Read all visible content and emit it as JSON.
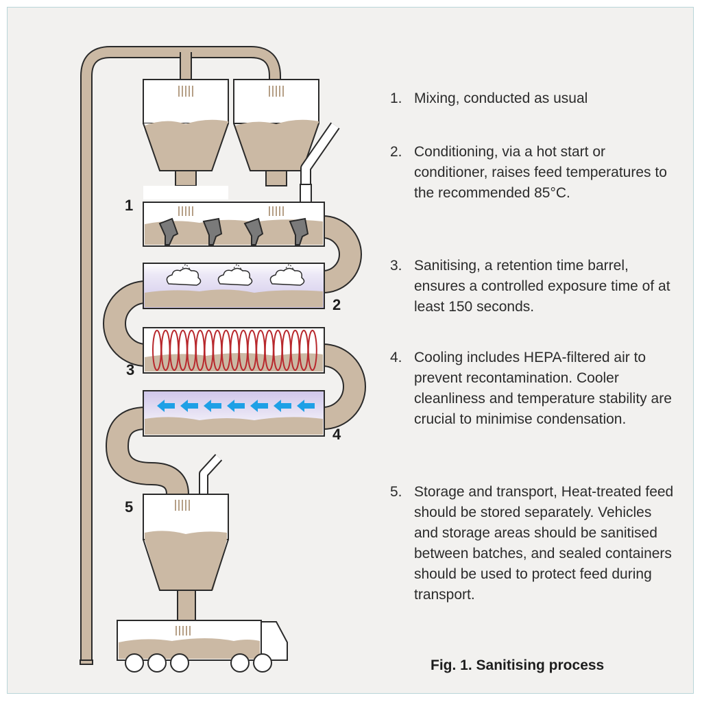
{
  "stage_labels": {
    "mixing": "1",
    "conditioning": "2",
    "sanitising": "3",
    "cooling": "4",
    "storage": "5"
  },
  "steps": [
    {
      "number": "1.",
      "text": "Mixing, conducted as usual"
    },
    {
      "number": "2.",
      "text": "Conditioning, via a hot start or conditioner, raises feed temperatures to the recommended 85°C."
    },
    {
      "number": "3.",
      "text": "Sanitising, a retention time barrel, ensures a controlled exposure time of at least 150 seconds."
    },
    {
      "number": "4.",
      "text": "Cooling includes HEPA-filtered air to prevent recontamination. Cooler cleanliness and temperature stability are crucial to minimise condensation."
    },
    {
      "number": "5.",
      "text": "Storage and transport, Heat-treated feed should be stored separately. Vehicles and storage areas should be sanitised between batches, and sealed containers should be used to protect feed during transport."
    }
  ],
  "caption": "Fig. 1. Sanitising process",
  "colors": {
    "background": "#f2f1ef",
    "pipe": "#cbb9a4",
    "outline": "#2a2a2a",
    "feed": "#cbb9a4",
    "paddle": "#7a7a7a",
    "coil": "#b8282d",
    "cooling_arrow": "#1ea0e6",
    "steam_tint": "#d9d3ef"
  },
  "icons": [
    "vent-icon",
    "paddle-icon",
    "steam-cloud-icon",
    "heating-coil-icon",
    "cooling-arrow-icon",
    "truck-icon"
  ]
}
